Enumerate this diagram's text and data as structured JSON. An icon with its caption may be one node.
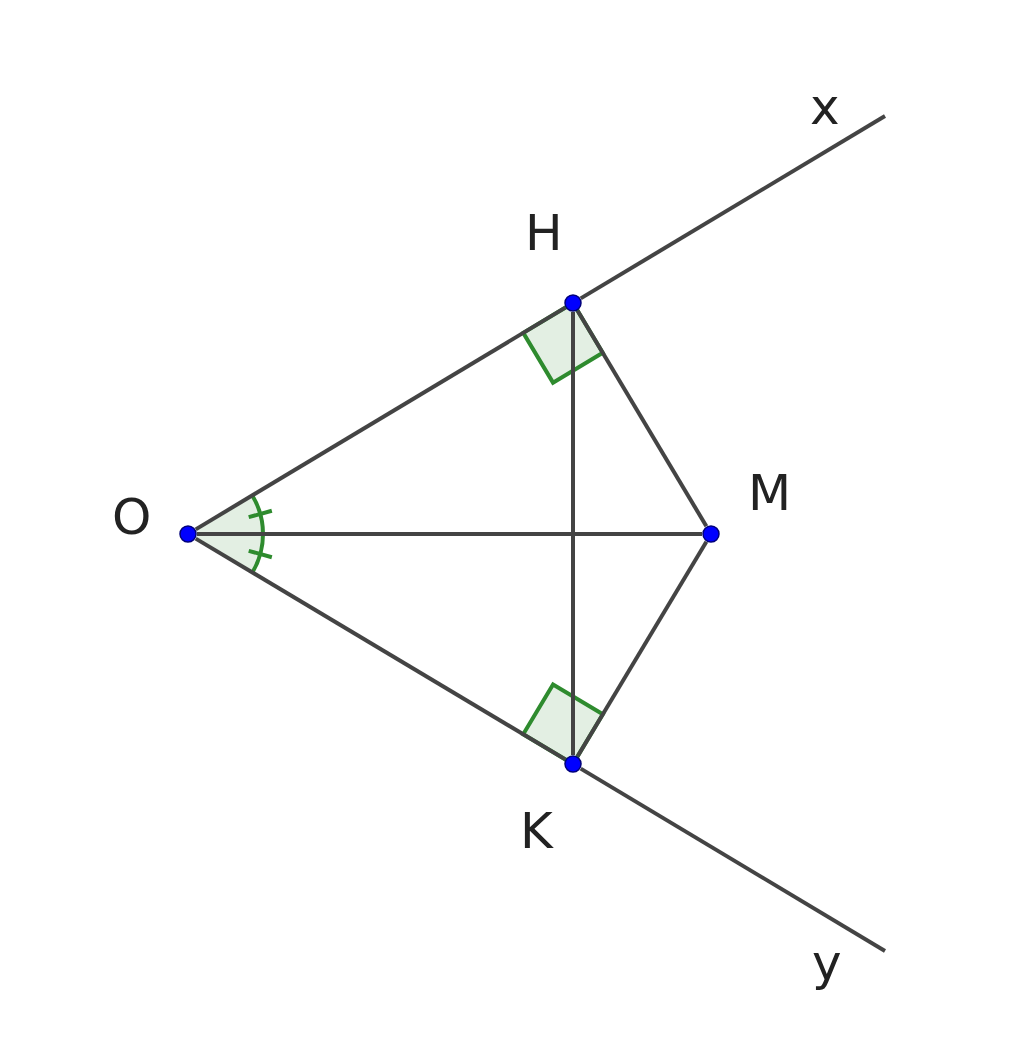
{
  "diagram": {
    "nodes": [
      {
        "text": [],
        "shape": "circle",
        "beside": [
          "H"
        ]
      },
      {
        "text": [],
        "shape": "circle",
        "beside": [
          "O"
        ]
      },
      {
        "text": [],
        "shape": "circle",
        "beside": [
          "M"
        ]
      },
      {
        "text": [],
        "shape": "circle",
        "beside": [
          "K"
        ]
      }
    ],
    "edges": [
      {
        "from": 1,
        "to": 0,
        "arrow": "none"
      },
      {
        "from": 0,
        "to": null,
        "arrow": "none"
      },
      {
        "from": 1,
        "to": 3,
        "arrow": "none"
      },
      {
        "from": 3,
        "to": null,
        "arrow": "none"
      },
      {
        "from": 1,
        "to": 2,
        "arrow": "none"
      },
      {
        "from": 0,
        "to": 2,
        "arrow": "none"
      },
      {
        "from": 3,
        "to": 2,
        "arrow": "none"
      },
      {
        "from": 0,
        "to": 3,
        "arrow": "none"
      }
    ],
    "labels": [
      "x",
      "y"
    ]
  }
}
